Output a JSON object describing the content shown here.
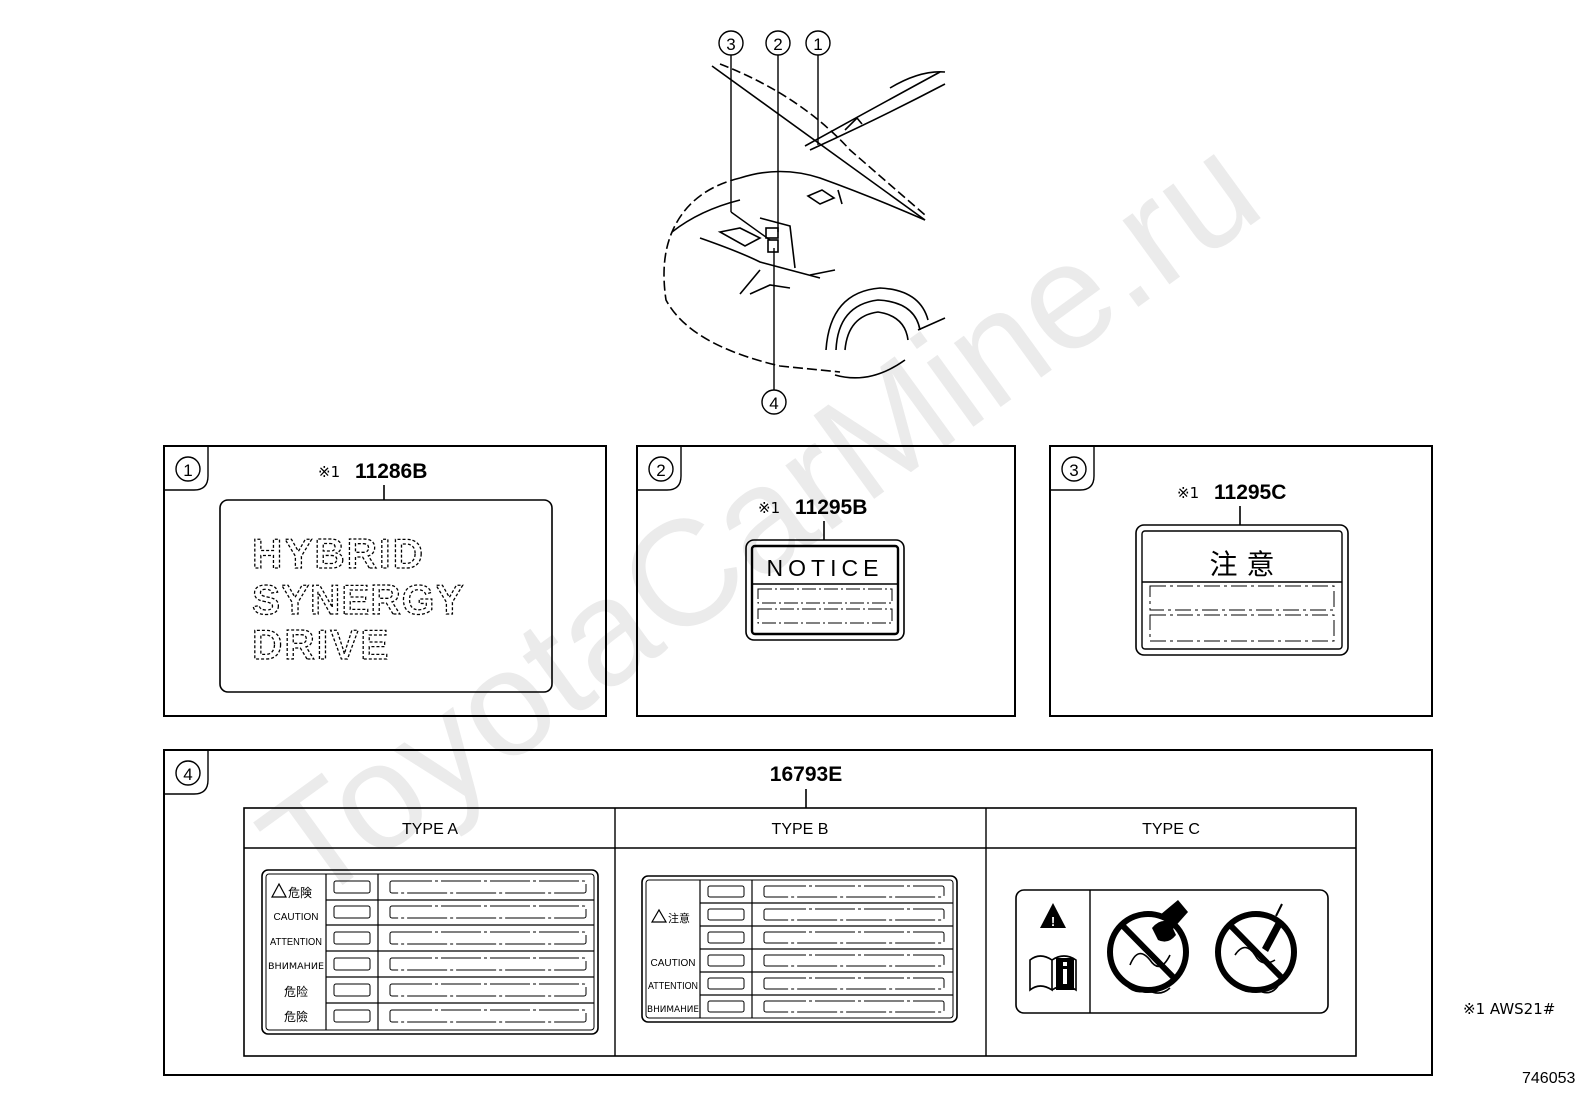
{
  "callouts": [
    "1",
    "2",
    "3",
    "4"
  ],
  "panels": {
    "p1": {
      "number": "1",
      "note_mark": "※1",
      "part_number": "11286B",
      "emblem_lines": [
        "HYBRID",
        "SYNERGY",
        "DRIVE"
      ]
    },
    "p2": {
      "number": "2",
      "note_mark": "※1",
      "part_number": "11295B",
      "label_heading": "NOTICE"
    },
    "p3": {
      "number": "3",
      "note_mark": "※1",
      "part_number": "11295C",
      "label_heading": "注 意"
    },
    "p4": {
      "number": "4",
      "part_number": "16793E",
      "types": [
        "TYPE A",
        "TYPE B",
        "TYPE C"
      ],
      "type_a_rows": [
        "危険",
        "CAUTION",
        "ATTENTION",
        "ВНИМАНИЕ",
        "危险",
        "危險"
      ],
      "type_b_rows": [
        "注意",
        "CAUTION",
        "ATTENTION",
        "ВНИМАНИЕ"
      ]
    }
  },
  "footnote": "※1 AWS21#",
  "diagram_id": "746053",
  "watermark": "ToyotaCarMine.ru",
  "colors": {
    "line": "#000000",
    "watermark": "#e6e6e6",
    "background": "#ffffff"
  }
}
